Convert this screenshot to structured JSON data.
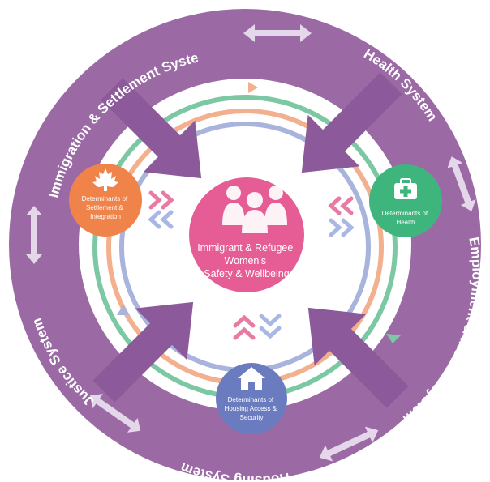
{
  "colors": {
    "outer_ring": "#9b6aa5",
    "inner_field": "#ffffff",
    "arrow_purple": "#8c5a9a",
    "exchange_arrow": "#e4d7ea",
    "ring_text": "#ffffff",
    "orbit_green": "#7cc8a4",
    "orbit_orange": "#f3b08f",
    "orbit_blue": "#a9b4dc",
    "center": "#e65c95",
    "settlement": "#f0834a",
    "health": "#3fb57e",
    "housing": "#6a7cbf",
    "chevron_pink": "#e97aa3",
    "chevron_blue": "#a9b7e3"
  },
  "systems": {
    "immigration": "Immigration & Settlement System",
    "health": "Health System",
    "employment": "Employment & Income System",
    "housing": "Housing System",
    "justice": "Justice System"
  },
  "center": {
    "line1": "Immigrant & Refugee",
    "line2": "Women's",
    "line3": "Safety & Wellbeing",
    "icon": "people-group-icon"
  },
  "determinants": {
    "settlement": {
      "line1": "Determinants of",
      "line2": "Settlement &",
      "line3": "Integration",
      "icon": "maple-leaf-icon"
    },
    "health": {
      "line1": "Determinants of",
      "line2": "Health",
      "icon": "first-aid-kit-icon"
    },
    "housing": {
      "line1": "Determinants of",
      "line2": "Housing Access &",
      "line3": "Security",
      "icon": "house-icon"
    }
  }
}
